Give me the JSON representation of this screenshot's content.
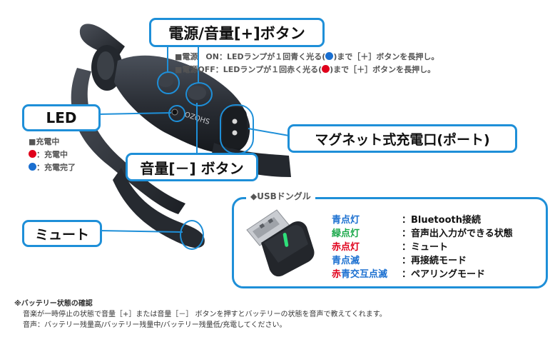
{
  "callouts": {
    "power_volume_plus": "電源/音量[+]ボタン",
    "led": "LED",
    "volume_minus": "音量[－] ボタン",
    "magnetic_charging": "マグネット式充電口(ポート)",
    "mute": "ミュート"
  },
  "power_notes": {
    "on_prefix": "■電源　ON：LEDランプが１回青く光る(",
    "on_suffix": ")まで［＋］ボタンを長押し。",
    "off_prefix": "■電源OFF：LEDランプが１回赤く光る(",
    "off_suffix": ")まで［＋］ボタンを長押し。",
    "on_color": "#1a6fd0",
    "off_color": "#e0001b"
  },
  "charging": {
    "title": "■充電中",
    "items": [
      {
        "color": "#e0001b",
        "label": "：充電中"
      },
      {
        "color": "#1a6fd0",
        "label": "：充電完了"
      }
    ]
  },
  "device_brand": "OZQHS",
  "usb": {
    "title": "◆USBドングル",
    "led_color": "#2fe07a",
    "rows": [
      {
        "parts": [
          {
            "text": "青点灯",
            "color": "#1a6fd0"
          }
        ],
        "desc": "：Bluetooth接続"
      },
      {
        "parts": [
          {
            "text": "緑点灯",
            "color": "#1aa84a"
          }
        ],
        "desc": "：音声出入力ができる状態"
      },
      {
        "parts": [
          {
            "text": "赤点灯",
            "color": "#e0001b"
          }
        ],
        "desc": "：ミュート"
      },
      {
        "parts": [
          {
            "text": "青点滅",
            "color": "#1a6fd0"
          }
        ],
        "desc": "：再接続モード"
      },
      {
        "parts": [
          {
            "text": "赤",
            "color": "#e0001b"
          },
          {
            "text": "青",
            "color": "#1a6fd0"
          },
          {
            "text": "交互点滅",
            "color": "#1a6fd0"
          }
        ],
        "desc": "：ペアリングモード"
      }
    ]
  },
  "footer": {
    "title": "※バッテリー状態の確認",
    "line1": "音楽が一時停止の状態で音量［+］または音量［－］ ボタンを押すとバッテリーの状態を音声で教えてくれます。",
    "line2": "音声：バッテリー残量高/バッテリー残量中/バッテリー残量低/充電してください。"
  },
  "colors": {
    "accent": "#1e8fd8",
    "device": "#2b2f36"
  }
}
